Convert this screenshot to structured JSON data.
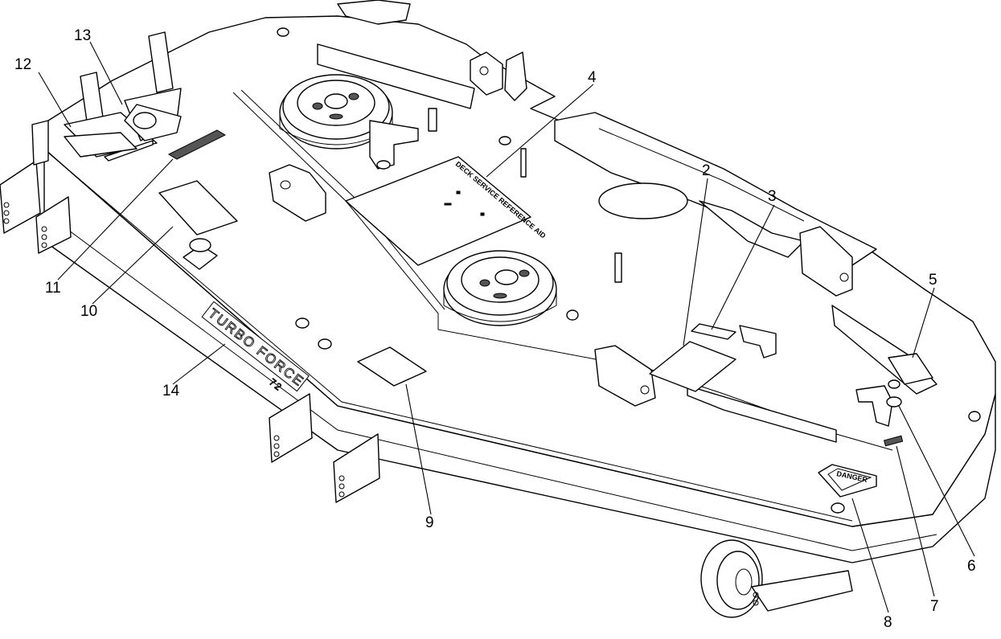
{
  "deck_model_text": "TURBO FORCE",
  "deck_model_size": "72",
  "decals": {
    "danger": "DANGER",
    "deck_service_reference": "DECK SERVICE REFERENCE AID"
  },
  "callouts": [
    {
      "id": "c1",
      "label": "2"
    },
    {
      "id": "c2",
      "label": "3"
    },
    {
      "id": "c3",
      "label": "4"
    },
    {
      "id": "c4",
      "label": "5"
    },
    {
      "id": "c5",
      "label": "6"
    },
    {
      "id": "c6",
      "label": "7"
    },
    {
      "id": "c7",
      "label": "8"
    },
    {
      "id": "c8",
      "label": "9"
    },
    {
      "id": "c9",
      "label": "10"
    },
    {
      "id": "c10",
      "label": "11"
    },
    {
      "id": "c11",
      "label": "12"
    },
    {
      "id": "c12",
      "label": "13"
    },
    {
      "id": "c13",
      "label": "14"
    }
  ]
}
